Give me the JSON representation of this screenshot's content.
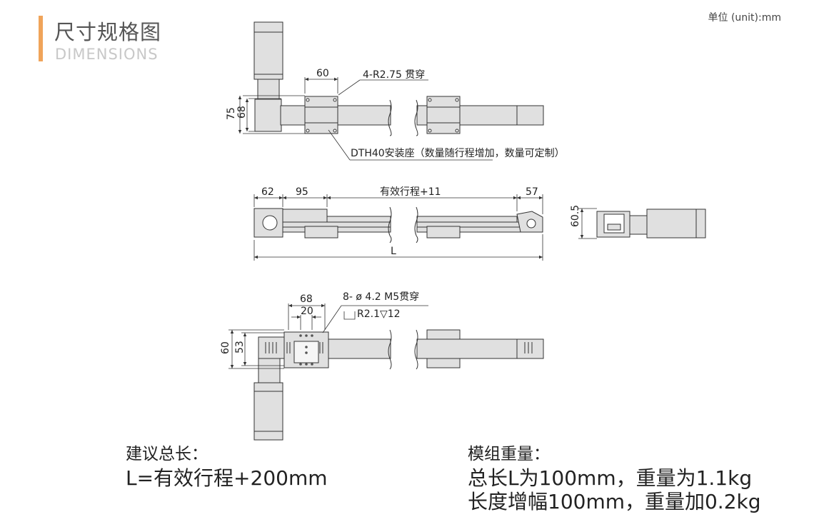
{
  "header": {
    "title_cn": "尺寸规格图",
    "title_en": "DIMENSIONS",
    "unit_note": "单位 (unit):mm"
  },
  "colors": {
    "accent": "#f0a45a",
    "part_fill": "#e0e0e0",
    "line": "#333333"
  },
  "view_top": {
    "dim_60": "60",
    "hole_note": "4-R2.75 贯穿",
    "dim_75": "75",
    "dim_68": "68",
    "mount_note": "DTH40安装座（数量随行程增加，数量可定制）"
  },
  "view_side": {
    "dim_62": "62",
    "dim_95": "95",
    "stroke_note": "有效行程+11",
    "dim_57": "57",
    "dim_L": "L",
    "dim_60_5": "60.5"
  },
  "view_bottom": {
    "dim_68": "68",
    "dim_20": "20",
    "hole_note": "8- ø 4.2 M5贯穿",
    "counterbore_note": "R2.1▽12",
    "dim_60": "60",
    "dim_53": "53"
  },
  "notes": {
    "length_label": "建议总长：",
    "length_formula": "L=有效行程+200mm",
    "weight_label": "模组重量：",
    "weight_line1": "总长L为100mm，重量为1.1kg",
    "weight_line2": "长度增幅100mm，重量加0.2kg"
  }
}
